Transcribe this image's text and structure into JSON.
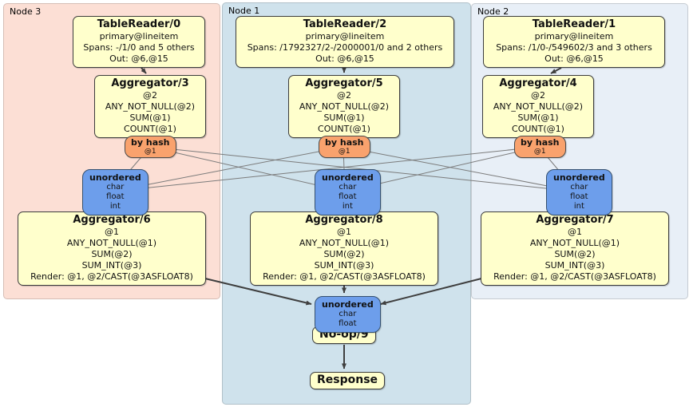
{
  "regions": [
    {
      "label": "Node 3"
    },
    {
      "label": "Node 1"
    },
    {
      "label": "Node 2"
    }
  ],
  "processors": {
    "tr0": {
      "title": "TableReader/0",
      "lines": [
        "primary@lineitem",
        "Spans: -/1/0 and 5 others",
        "Out: @6,@15"
      ]
    },
    "tr2": {
      "title": "TableReader/2",
      "lines": [
        "primary@lineitem",
        "Spans: /1792327/2-/2000001/0 and 2 others",
        "Out: @6,@15"
      ]
    },
    "tr1": {
      "title": "TableReader/1",
      "lines": [
        "primary@lineitem",
        "Spans: /1/0-/549602/3 and 3 others",
        "Out: @6,@15"
      ]
    },
    "agg3": {
      "title": "Aggregator/3",
      "lines": [
        "@2",
        "ANY_NOT_NULL(@2)",
        "SUM(@1)",
        "COUNT(@1)"
      ]
    },
    "agg5": {
      "title": "Aggregator/5",
      "lines": [
        "@2",
        "ANY_NOT_NULL(@2)",
        "SUM(@1)",
        "COUNT(@1)"
      ]
    },
    "agg4": {
      "title": "Aggregator/4",
      "lines": [
        "@2",
        "ANY_NOT_NULL(@2)",
        "SUM(@1)",
        "COUNT(@1)"
      ]
    },
    "agg6": {
      "title": "Aggregator/6",
      "lines": [
        "@1",
        "ANY_NOT_NULL(@1)",
        "SUM(@2)",
        "SUM_INT(@3)",
        "Render: @1, @2/CAST(@3ASFLOAT8)"
      ]
    },
    "agg8": {
      "title": "Aggregator/8",
      "lines": [
        "@1",
        "ANY_NOT_NULL(@1)",
        "SUM(@2)",
        "SUM_INT(@3)",
        "Render: @1, @2/CAST(@3ASFLOAT8)"
      ]
    },
    "agg7": {
      "title": "Aggregator/7",
      "lines": [
        "@1",
        "ANY_NOT_NULL(@1)",
        "SUM(@2)",
        "SUM_INT(@3)",
        "Render: @1, @2/CAST(@3ASFLOAT8)"
      ]
    }
  },
  "routers": {
    "hash3": {
      "title": "by hash",
      "sub": "@1"
    },
    "hash5": {
      "title": "by hash",
      "sub": "@1"
    },
    "hash4": {
      "title": "by hash",
      "sub": "@1"
    }
  },
  "syncs": {
    "un6": {
      "title": "unordered",
      "lines": [
        "char",
        "float",
        "int"
      ]
    },
    "un8": {
      "title": "unordered",
      "lines": [
        "char",
        "float",
        "int"
      ]
    },
    "un7": {
      "title": "unordered",
      "lines": [
        "char",
        "float",
        "int"
      ]
    },
    "un9": {
      "title": "unordered",
      "lines": [
        "char",
        "float"
      ]
    }
  },
  "terminals": {
    "noop": {
      "title": "No-op/9"
    },
    "response": {
      "title": "Response"
    }
  },
  "colors": {
    "node3_bg": "#fcdfd5",
    "node1_bg": "#cfe2ec",
    "node2_bg": "#e8eff7",
    "processor_bg": "#ffffcc",
    "router_bg": "#f9a26d",
    "sync_bg": "#6d9eeb"
  }
}
